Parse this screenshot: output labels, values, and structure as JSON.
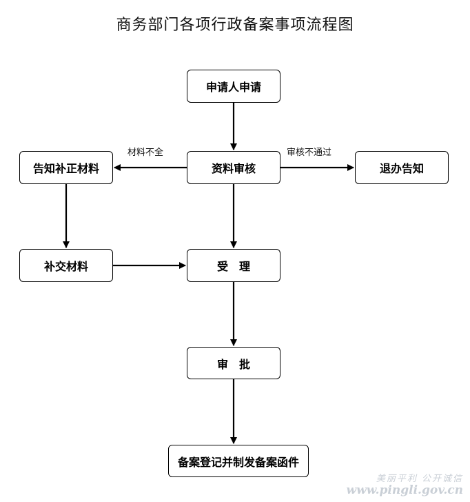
{
  "title": "商务部门各项行政备案事项流程图",
  "nodes": {
    "apply": "申请人申请",
    "review": "资料审核",
    "notify_supplement": "告知补正材料",
    "withdraw": "退办告知",
    "submit_supplement": "补交材料",
    "accept": "受　理",
    "approve": "审　批",
    "register": "备案登记并制发备案函件"
  },
  "edge_labels": {
    "incomplete_materials": "材料不全",
    "review_failed": "审核不通过"
  },
  "watermark": {
    "line1": "美丽平利 公开诚信",
    "line2": "www.pingli.gov.cn"
  }
}
